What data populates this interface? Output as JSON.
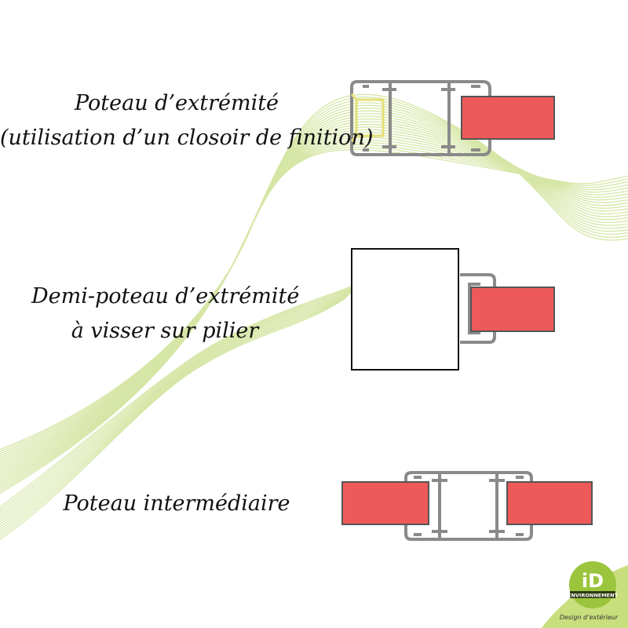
{
  "colors": {
    "background": "#ffffff",
    "wave": "#d6e6a6",
    "profile_stroke": "#8a8a8a",
    "panel_fill": "#ee5a5a",
    "panel_stroke": "#555555",
    "finishing_cap": "#e6e07a",
    "logo_green": "#9bc53d",
    "corner_green": "#c9de7c"
  },
  "sections": [
    {
      "lines": [
        "Poteau d’extrémité",
        "(utilisation d’un closoir de finition)"
      ]
    },
    {
      "lines": [
        "Demi-poteau d’extrémité",
        "à visser sur pilier"
      ]
    },
    {
      "lines": [
        "Poteau intermédiaire"
      ]
    }
  ],
  "logo": {
    "mark": "iD",
    "name": "ENVIRONNEMENT",
    "tagline": "Design d’extérieur"
  }
}
